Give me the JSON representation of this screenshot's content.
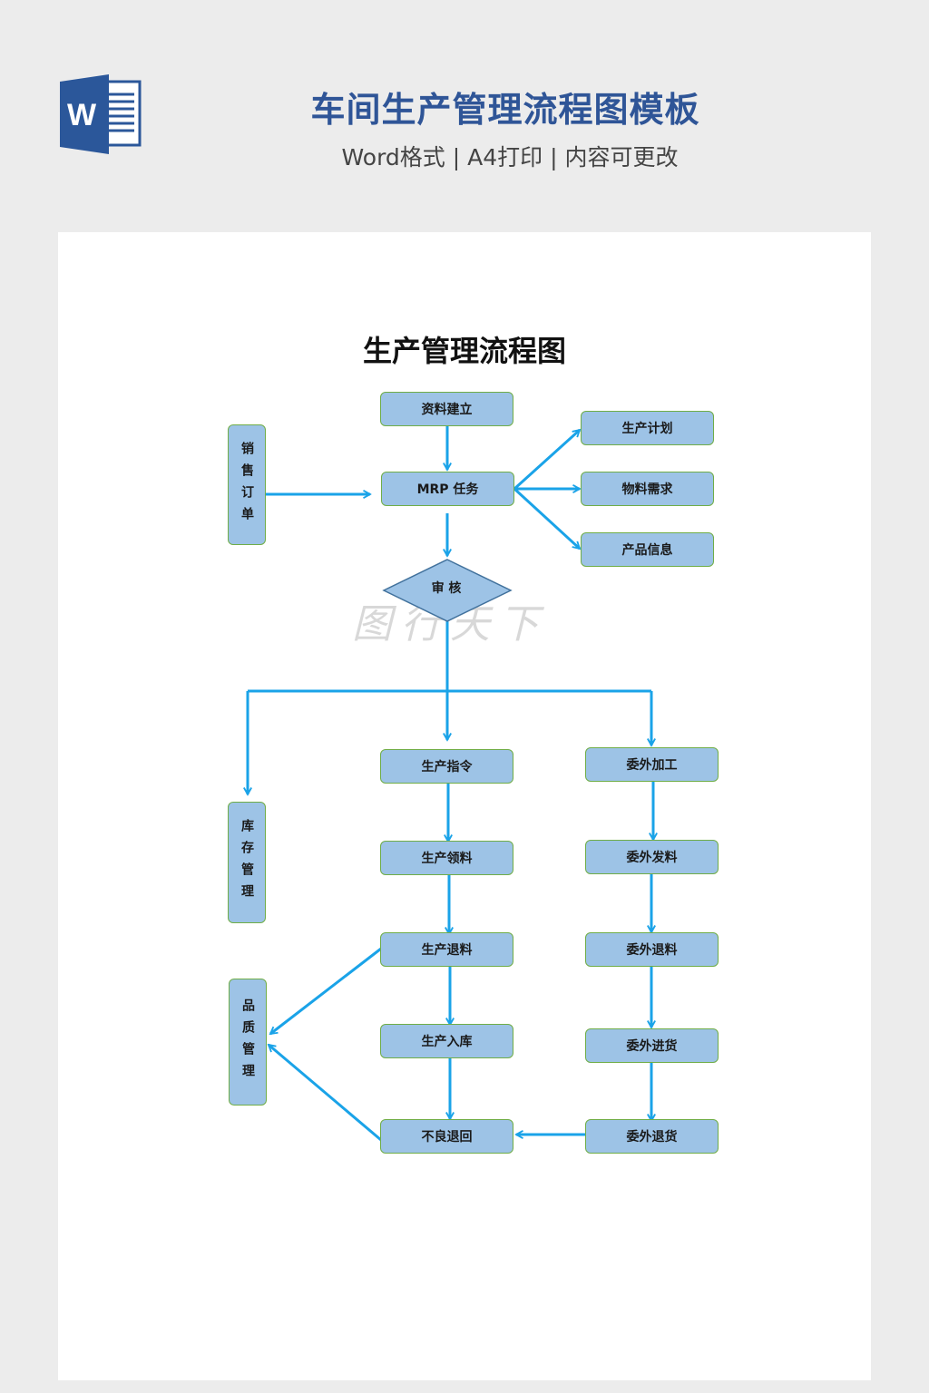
{
  "header": {
    "title": "车间生产管理流程图模板",
    "subtitle": "Word格式 | A4打印 | 内容可更改",
    "icon_letter": "W"
  },
  "chart": {
    "title": "生产管理流程图",
    "watermark": "图行天下",
    "nodes": {
      "ziliao": "资料建立",
      "mrp": "MRP 任务",
      "shencha": "审 核",
      "xiaoshou": "销售订单",
      "jihua": "生产计划",
      "wuliao": "物料需求",
      "chanpin": "产品信息",
      "kucun": "库存管理",
      "pinzhi": "品质管理",
      "zhiling": "生产指令",
      "lingliao": "生产领料",
      "tuiliao": "生产退料",
      "ruku": "生产入库",
      "buliang": "不良退回",
      "wjg": "委外加工",
      "wfl": "委外发料",
      "wtl": "委外退料",
      "wjh": "委外进货",
      "wth": "委外退货"
    }
  },
  "colors": {
    "title_blue": "#2f5597",
    "box_fill": "#9dc3e6",
    "box_border": "#70ad47",
    "arrow": "#1aa3e8",
    "word_blue": "#2b579a"
  }
}
